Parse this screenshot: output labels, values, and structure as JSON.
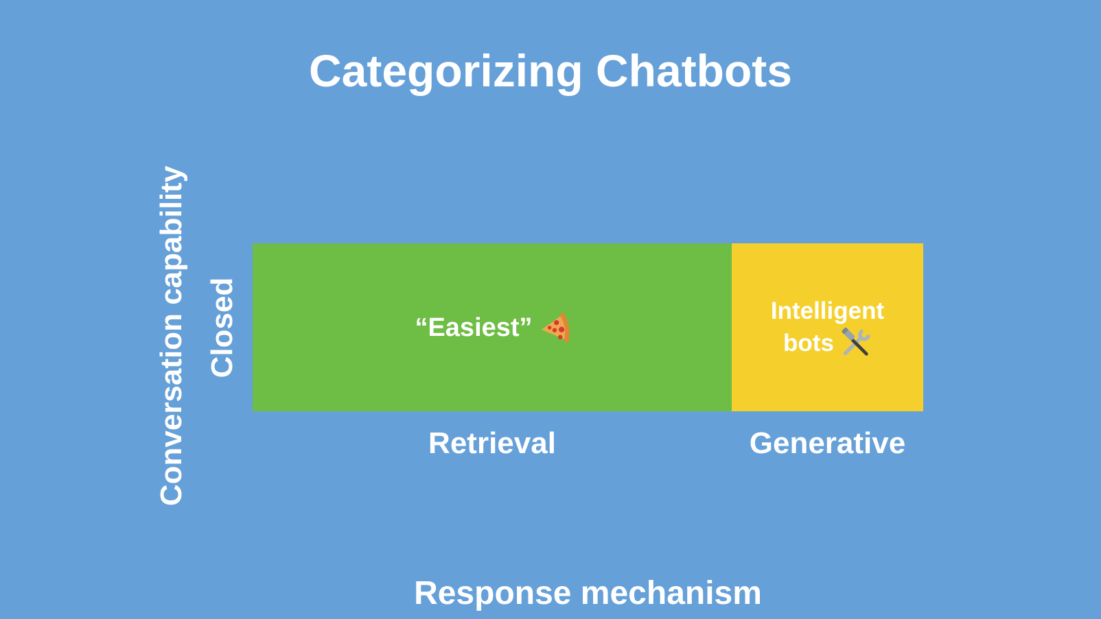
{
  "title": "Categorizing Chatbots",
  "colors": {
    "background": "#66A0D8",
    "retrieval_cell": "#6EBD45",
    "generative_cell": "#F5D02C",
    "text": "#FFFFFF"
  },
  "y_axis": {
    "label": "Conversation capability",
    "tick": "Closed"
  },
  "x_axis": {
    "label": "Response mechanism",
    "ticks": {
      "retrieval": "Retrieval",
      "generative": "Generative"
    }
  },
  "cells": {
    "retrieval_closed": {
      "row": "Closed",
      "column": "Retrieval",
      "label": "“Easiest”",
      "icon": "pizza-icon",
      "color": "#6EBD45"
    },
    "generative_closed": {
      "row": "Closed",
      "column": "Generative",
      "label_line1": "Intelligent",
      "label_line2": "bots",
      "icon": "hammer-wrench-icon",
      "color": "#F5D02C"
    }
  }
}
